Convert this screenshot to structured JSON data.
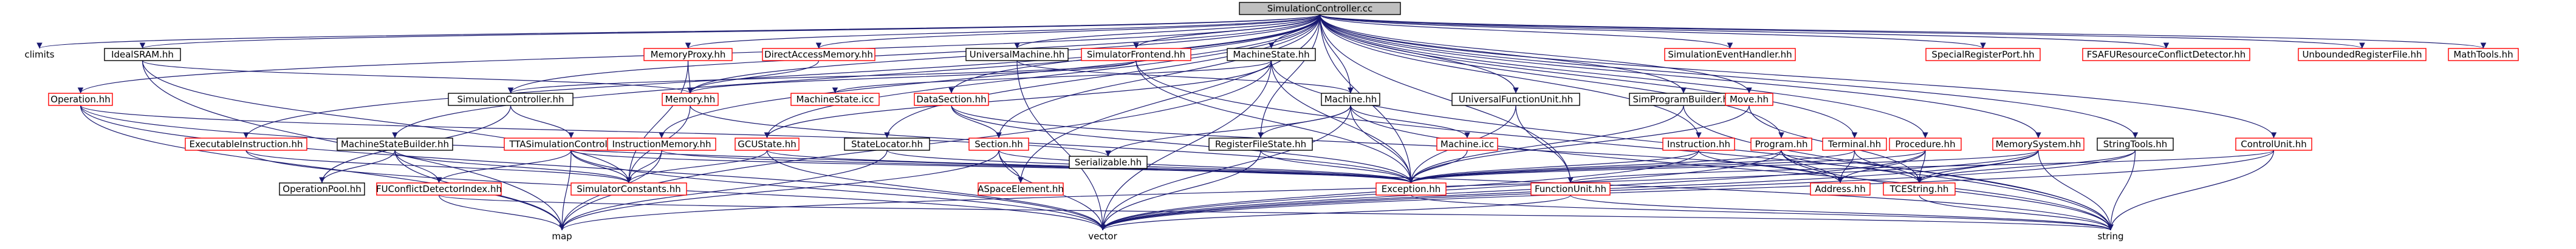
{
  "colors": {
    "root_fill": "#bfbfbf",
    "root_border": "#000000",
    "found_border": "#000000",
    "missing_border": "#ff0000",
    "edge": "#191970",
    "text": "#000000"
  },
  "graph": {
    "root": "SimulationController.cc",
    "nodes": [
      {
        "id": "root",
        "label": "SimulationController.cc",
        "kind": "root"
      },
      {
        "id": "climits",
        "label": "climits",
        "kind": "plain"
      },
      {
        "id": "idealsram",
        "label": "IdealSRAM.hh",
        "kind": "found"
      },
      {
        "id": "memproxy",
        "label": "MemoryProxy.hh",
        "kind": "missing"
      },
      {
        "id": "directaccess",
        "label": "DirectAccessMemory.hh",
        "kind": "missing"
      },
      {
        "id": "universalmachine",
        "label": "UniversalMachine.hh",
        "kind": "found"
      },
      {
        "id": "simfrontend",
        "label": "SimulatorFrontend.hh",
        "kind": "missing"
      },
      {
        "id": "machinestate",
        "label": "MachineState.hh",
        "kind": "found"
      },
      {
        "id": "simeventhandler",
        "label": "SimulationEventHandler.hh",
        "kind": "missing"
      },
      {
        "id": "specialreg",
        "label": "SpecialRegisterPort.hh",
        "kind": "missing"
      },
      {
        "id": "fsafu",
        "label": "FSAFUResourceConflictDetector.hh",
        "kind": "missing"
      },
      {
        "id": "unboundedreg",
        "label": "UnboundedRegisterFile.hh",
        "kind": "missing"
      },
      {
        "id": "mathtools",
        "label": "MathTools.hh",
        "kind": "missing"
      },
      {
        "id": "operation",
        "label": "Operation.hh",
        "kind": "missing"
      },
      {
        "id": "simcontroller",
        "label": "SimulationController.hh",
        "kind": "found"
      },
      {
        "id": "memory",
        "label": "Memory.hh",
        "kind": "missing"
      },
      {
        "id": "machinestateicc",
        "label": "MachineState.icc",
        "kind": "missing"
      },
      {
        "id": "datasection",
        "label": "DataSection.hh",
        "kind": "missing"
      },
      {
        "id": "machine",
        "label": "Machine.hh",
        "kind": "found"
      },
      {
        "id": "universalfu",
        "label": "UniversalFunctionUnit.hh",
        "kind": "found"
      },
      {
        "id": "simprogrambuilder",
        "label": "SimProgramBuilder.hh",
        "kind": "found"
      },
      {
        "id": "move",
        "label": "Move.hh",
        "kind": "missing"
      },
      {
        "id": "executableinstr",
        "label": "ExecutableInstruction.hh",
        "kind": "missing"
      },
      {
        "id": "machinestatebuilder",
        "label": "MachineStateBuilder.hh",
        "kind": "found"
      },
      {
        "id": "ttasimcontroller",
        "label": "TTASimulationController.hh",
        "kind": "missing"
      },
      {
        "id": "instrmemory",
        "label": "InstructionMemory.hh",
        "kind": "missing"
      },
      {
        "id": "gcustate",
        "label": "GCUState.hh",
        "kind": "missing"
      },
      {
        "id": "statelocator",
        "label": "StateLocator.hh",
        "kind": "found"
      },
      {
        "id": "section",
        "label": "Section.hh",
        "kind": "missing"
      },
      {
        "id": "serializable",
        "label": "Serializable.hh",
        "kind": "found"
      },
      {
        "id": "registerfilestate",
        "label": "RegisterFileState.hh",
        "kind": "found"
      },
      {
        "id": "machineicc",
        "label": "Machine.icc",
        "kind": "missing"
      },
      {
        "id": "instruction",
        "label": "Instruction.hh",
        "kind": "missing"
      },
      {
        "id": "program",
        "label": "Program.hh",
        "kind": "missing"
      },
      {
        "id": "terminal",
        "label": "Terminal.hh",
        "kind": "missing"
      },
      {
        "id": "procedure",
        "label": "Procedure.hh",
        "kind": "missing"
      },
      {
        "id": "memorysystem",
        "label": "MemorySystem.hh",
        "kind": "missing"
      },
      {
        "id": "stringtools",
        "label": "StringTools.hh",
        "kind": "found"
      },
      {
        "id": "controlunit",
        "label": "ControlUnit.hh",
        "kind": "missing"
      },
      {
        "id": "operationpool",
        "label": "OperationPool.hh",
        "kind": "found"
      },
      {
        "id": "fuconflict",
        "label": "FUConflictDetectorIndex.hh",
        "kind": "missing"
      },
      {
        "id": "simconstants",
        "label": "SimulatorConstants.hh",
        "kind": "missing"
      },
      {
        "id": "exception",
        "label": "Exception.hh",
        "kind": "missing"
      },
      {
        "id": "functionunit",
        "label": "FunctionUnit.hh",
        "kind": "missing"
      },
      {
        "id": "address",
        "label": "Address.hh",
        "kind": "missing"
      },
      {
        "id": "tcestring",
        "label": "TCEString.hh",
        "kind": "missing"
      },
      {
        "id": "aspaceelement",
        "label": "ASpaceElement.hh",
        "kind": "missing"
      },
      {
        "id": "map",
        "label": "map",
        "kind": "plain"
      },
      {
        "id": "vector",
        "label": "vector",
        "kind": "plain"
      },
      {
        "id": "string",
        "label": "string",
        "kind": "plain"
      }
    ],
    "edges": [
      [
        "root",
        "climits"
      ],
      [
        "root",
        "idealsram"
      ],
      [
        "root",
        "memproxy"
      ],
      [
        "root",
        "directaccess"
      ],
      [
        "root",
        "universalmachine"
      ],
      [
        "root",
        "simfrontend"
      ],
      [
        "root",
        "machinestate"
      ],
      [
        "root",
        "simeventhandler"
      ],
      [
        "root",
        "specialreg"
      ],
      [
        "root",
        "fsafu"
      ],
      [
        "root",
        "unboundedreg"
      ],
      [
        "root",
        "mathtools"
      ],
      [
        "root",
        "operation"
      ],
      [
        "root",
        "executableinstr"
      ],
      [
        "root",
        "machinestatebuilder"
      ],
      [
        "root",
        "statelocator"
      ],
      [
        "root",
        "instrmemory"
      ],
      [
        "root",
        "gcustate"
      ],
      [
        "root",
        "datasection"
      ],
      [
        "root",
        "section"
      ],
      [
        "root",
        "machine"
      ],
      [
        "root",
        "registerfilestate"
      ],
      [
        "root",
        "universalfu"
      ],
      [
        "root",
        "simprogrambuilder"
      ],
      [
        "root",
        "move"
      ],
      [
        "root",
        "instruction"
      ],
      [
        "root",
        "program"
      ],
      [
        "root",
        "terminal"
      ],
      [
        "root",
        "procedure"
      ],
      [
        "root",
        "memorysystem"
      ],
      [
        "root",
        "stringtools"
      ],
      [
        "root",
        "controlunit"
      ],
      [
        "root",
        "aspaceelement"
      ],
      [
        "root",
        "exception"
      ],
      [
        "root",
        "simcontroller"
      ],
      [
        "root",
        "memory"
      ],
      [
        "root",
        "functionunit"
      ],
      [
        "idealsram",
        "memory"
      ],
      [
        "idealsram",
        "map"
      ],
      [
        "idealsram",
        "simconstants"
      ],
      [
        "memproxy",
        "memory"
      ],
      [
        "memproxy",
        "simconstants"
      ],
      [
        "directaccess",
        "memory"
      ],
      [
        "universalmachine",
        "machine"
      ],
      [
        "universalmachine",
        "vector"
      ],
      [
        "simfrontend",
        "simcontroller"
      ],
      [
        "simfrontend",
        "memory"
      ],
      [
        "simfrontend",
        "exception"
      ],
      [
        "simfrontend",
        "string"
      ],
      [
        "machinestate",
        "machinestateicc"
      ],
      [
        "machinestate",
        "gcustate"
      ],
      [
        "machinestate",
        "exception"
      ],
      [
        "machinestate",
        "vector"
      ],
      [
        "machinestate",
        "map"
      ],
      [
        "machinestate",
        "string"
      ],
      [
        "operation",
        "map"
      ],
      [
        "operation",
        "vector"
      ],
      [
        "operation",
        "string"
      ],
      [
        "operation",
        "serializable"
      ],
      [
        "simcontroller",
        "ttasimcontroller"
      ],
      [
        "simcontroller",
        "operationpool"
      ],
      [
        "memory",
        "simconstants"
      ],
      [
        "memory",
        "exception"
      ],
      [
        "datasection",
        "section"
      ],
      [
        "datasection",
        "exception"
      ],
      [
        "datasection",
        "address"
      ],
      [
        "machine",
        "machineicc"
      ],
      [
        "machine",
        "serializable"
      ],
      [
        "machine",
        "exception"
      ],
      [
        "machine",
        "vector"
      ],
      [
        "machine",
        "string"
      ],
      [
        "machine",
        "registerfilestate"
      ],
      [
        "universalfu",
        "functionunit"
      ],
      [
        "universalfu",
        "exception"
      ],
      [
        "simprogrambuilder",
        "exception"
      ],
      [
        "simprogrambuilder",
        "string"
      ],
      [
        "move",
        "exception"
      ],
      [
        "move",
        "tcestring"
      ],
      [
        "executableinstr",
        "simconstants"
      ],
      [
        "executableinstr",
        "vector"
      ],
      [
        "machinestatebuilder",
        "operationpool"
      ],
      [
        "machinestatebuilder",
        "fuconflict"
      ],
      [
        "machinestatebuilder",
        "simconstants"
      ],
      [
        "machinestatebuilder",
        "map"
      ],
      [
        "ttasimcontroller",
        "fuconflict"
      ],
      [
        "ttasimcontroller",
        "simconstants"
      ],
      [
        "ttasimcontroller",
        "exception"
      ],
      [
        "ttasimcontroller",
        "map"
      ],
      [
        "ttasimcontroller",
        "vector"
      ],
      [
        "instrmemory",
        "simconstants"
      ],
      [
        "instrmemory",
        "exception"
      ],
      [
        "instrmemory",
        "map"
      ],
      [
        "gcustate",
        "simconstants"
      ],
      [
        "gcustate",
        "exception"
      ],
      [
        "gcustate",
        "vector"
      ],
      [
        "statelocator",
        "map"
      ],
      [
        "statelocator",
        "exception"
      ],
      [
        "section",
        "exception"
      ],
      [
        "section",
        "aspaceelement"
      ],
      [
        "section",
        "vector"
      ],
      [
        "section",
        "map"
      ],
      [
        "registerfilestate",
        "exception"
      ],
      [
        "registerfilestate",
        "vector"
      ],
      [
        "machineicc",
        "exception"
      ],
      [
        "instruction",
        "exception"
      ],
      [
        "instruction",
        "address"
      ],
      [
        "instruction",
        "vector"
      ],
      [
        "program",
        "exception"
      ],
      [
        "program",
        "address"
      ],
      [
        "program",
        "tcestring"
      ],
      [
        "program",
        "vector"
      ],
      [
        "program",
        "string"
      ],
      [
        "terminal",
        "exception"
      ],
      [
        "terminal",
        "address"
      ],
      [
        "terminal",
        "tcestring"
      ],
      [
        "procedure",
        "exception"
      ],
      [
        "procedure",
        "address"
      ],
      [
        "procedure",
        "tcestring"
      ],
      [
        "procedure",
        "vector"
      ],
      [
        "memorysystem",
        "exception"
      ],
      [
        "memorysystem",
        "vector"
      ],
      [
        "memorysystem",
        "map"
      ],
      [
        "memorysystem",
        "string"
      ],
      [
        "memorysystem",
        "tcestring"
      ],
      [
        "stringtools",
        "tcestring"
      ],
      [
        "stringtools",
        "vector"
      ],
      [
        "stringtools",
        "string"
      ],
      [
        "controlunit",
        "functionunit"
      ],
      [
        "controlunit",
        "vector"
      ],
      [
        "controlunit",
        "string"
      ],
      [
        "fuconflict",
        "map"
      ],
      [
        "fuconflict",
        "string"
      ],
      [
        "functionunit",
        "vector"
      ],
      [
        "functionunit",
        "string"
      ],
      [
        "exception",
        "string"
      ],
      [
        "tcestring",
        "string"
      ]
    ]
  }
}
